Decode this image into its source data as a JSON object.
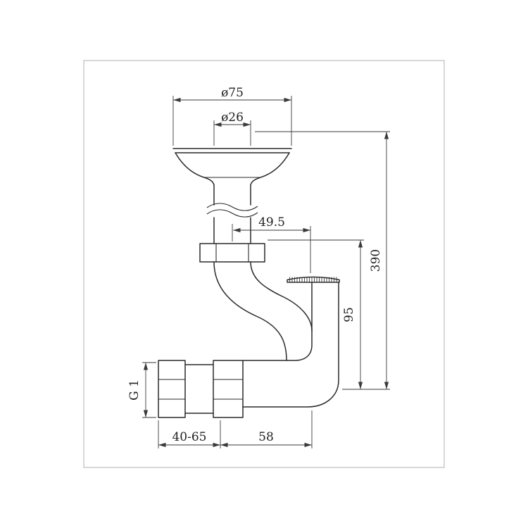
{
  "page": {
    "background_color": "#ffffff",
    "frame_color": "#b0b0b0",
    "line_color": "#2a2a2a",
    "dimension_color": "#3a3a3a"
  },
  "drawing": {
    "description": "technical dimension drawing of a sink drain strainer with offset trap pipe assembly",
    "dimensions": {
      "top_outer_diameter": "ø75",
      "top_inner_diameter": "ø26",
      "horizontal_offset": "49.5",
      "overall_height": "390",
      "outlet_height": "95",
      "thread_size": "G 1",
      "adjustable_length": "40-65",
      "outlet_length": "58"
    }
  }
}
